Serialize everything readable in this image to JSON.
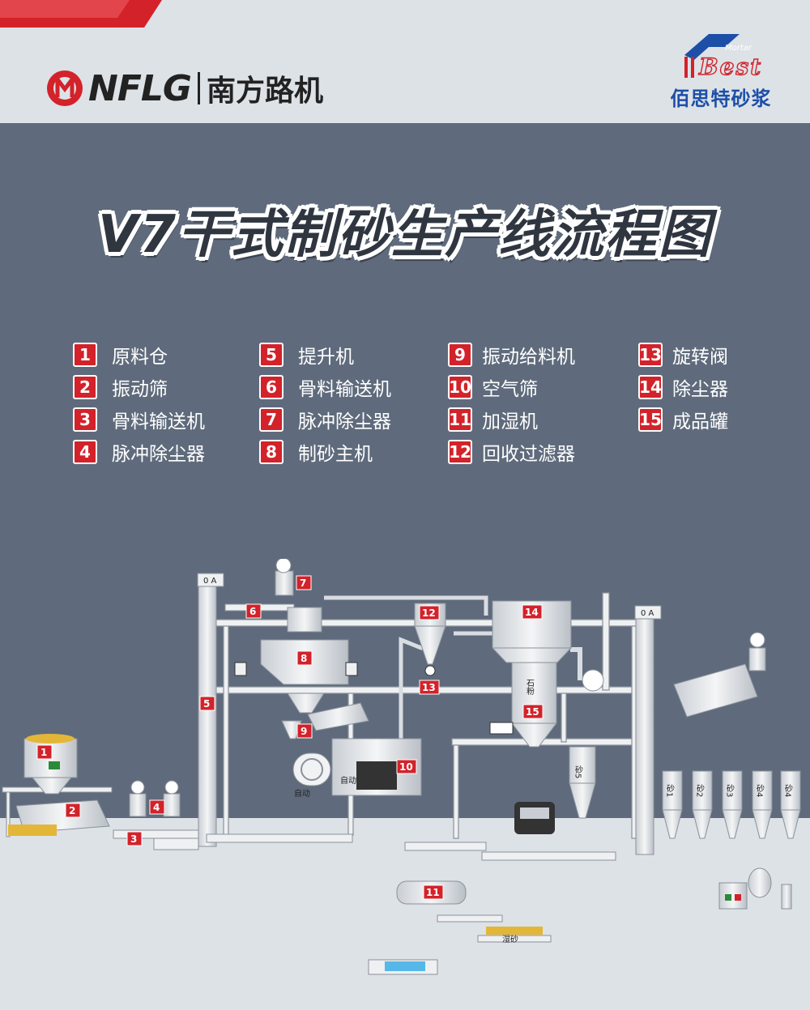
{
  "header": {
    "brand_latin": "NFLG",
    "brand_cn": "南方路机",
    "partner_logo_word": "Best",
    "partner_logo_tag": "Mortar",
    "partner_cn": "佰思特砂浆"
  },
  "title": "V7干式制砂生产线流程图",
  "legend": [
    {
      "num": "1",
      "label": "原料仓"
    },
    {
      "num": "2",
      "label": "振动筛"
    },
    {
      "num": "3",
      "label": "骨料输送机"
    },
    {
      "num": "4",
      "label": "脉冲除尘器"
    },
    {
      "num": "5",
      "label": "提升机"
    },
    {
      "num": "6",
      "label": "骨料输送机"
    },
    {
      "num": "7",
      "label": "脉冲除尘器"
    },
    {
      "num": "8",
      "label": "制砂主机"
    },
    {
      "num": "9",
      "label": "振动给料机"
    },
    {
      "num": "10",
      "label": "空气筛"
    },
    {
      "num": "11",
      "label": "加湿机"
    },
    {
      "num": "12",
      "label": "回收过滤器"
    },
    {
      "num": "13",
      "label": "旋转阀"
    },
    {
      "num": "14",
      "label": "除尘器"
    },
    {
      "num": "15",
      "label": "成品罐"
    }
  ],
  "diagram": {
    "elevator_tag": "0 A",
    "auto_label_1": "自动",
    "auto_label_2": "自动",
    "tank_label": "石粉",
    "silo_main_label": "砂5",
    "silo_labels": [
      "砂1",
      "砂2",
      "砂3",
      "砂4",
      "砂4"
    ],
    "wet_sand_label": "湿砂"
  },
  "colors": {
    "accent_red": "#d3222a",
    "navy": "#1d4fa8",
    "slate": "#5f6b7c",
    "floor": "#dde2e7"
  }
}
